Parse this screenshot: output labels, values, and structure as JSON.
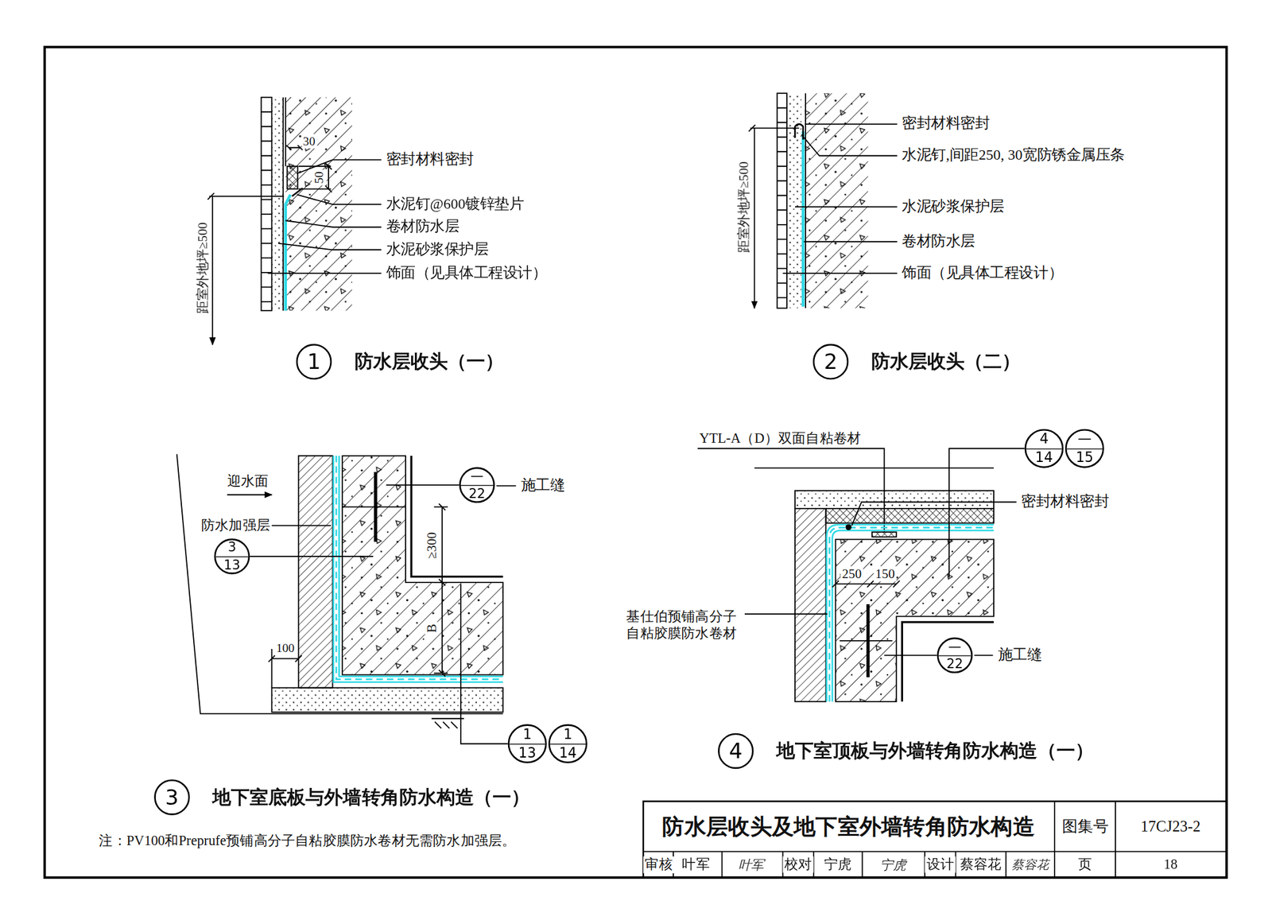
{
  "diagram": {
    "title": "防水层收头及地下室外墙转角防水构造",
    "nodes": [
      {
        "text": [
          "1",
          "防水层收头（一）"
        ]
      },
      {
        "text": [
          "2",
          "防水层收头（二）"
        ]
      },
      {
        "text": [
          "—",
          "22"
        ]
      },
      {
        "text": [
          "3",
          "13"
        ]
      },
      {
        "text": [
          "1",
          "13"
        ]
      },
      {
        "text": [
          "1",
          "14"
        ]
      },
      {
        "text": [
          "3",
          "地下室底板与外墙转角防水构造（一）"
        ]
      },
      {
        "text": [
          "4",
          "14"
        ]
      },
      {
        "text": [
          "—",
          "15"
        ]
      },
      {
        "text": [
          "—",
          "22"
        ]
      },
      {
        "text": [
          "4",
          "地下室顶板与外墙转角防水构造（一）"
        ]
      }
    ],
    "labels": [
      "30",
      "50",
      "密封材料密封",
      "水泥钉@600镀锌垫片",
      "卷材防水层",
      "水泥砂浆保护层",
      "饰面（见具体工程设计）",
      "距室外地坪≥500",
      "密封材料密封",
      "水泥钉,间距250, 30宽防锈金属压条",
      "水泥砂浆保护层",
      "卷材防水层",
      "饰面（见具体工程设计）",
      "距室外地坪≥500",
      "迎水面",
      "防水加强层",
      "施工缝",
      "≥300",
      "B",
      "100",
      "YTL-A（D）双面自粘卷材",
      "密封材料密封",
      "250",
      "150",
      "基仕伯预铺高分子 自粘胶膜防水卷材",
      "施工缝",
      "注：PV100和Preprufe预铺高分子自粘胶膜防水卷材无需防水加强层。",
      "图集号",
      "17CJ23-2",
      "审核",
      "叶军",
      "叶军",
      "校对",
      "宁虎",
      "宁虎",
      "设计",
      "蔡容花",
      "蔡容花",
      "页",
      "18"
    ]
  }
}
